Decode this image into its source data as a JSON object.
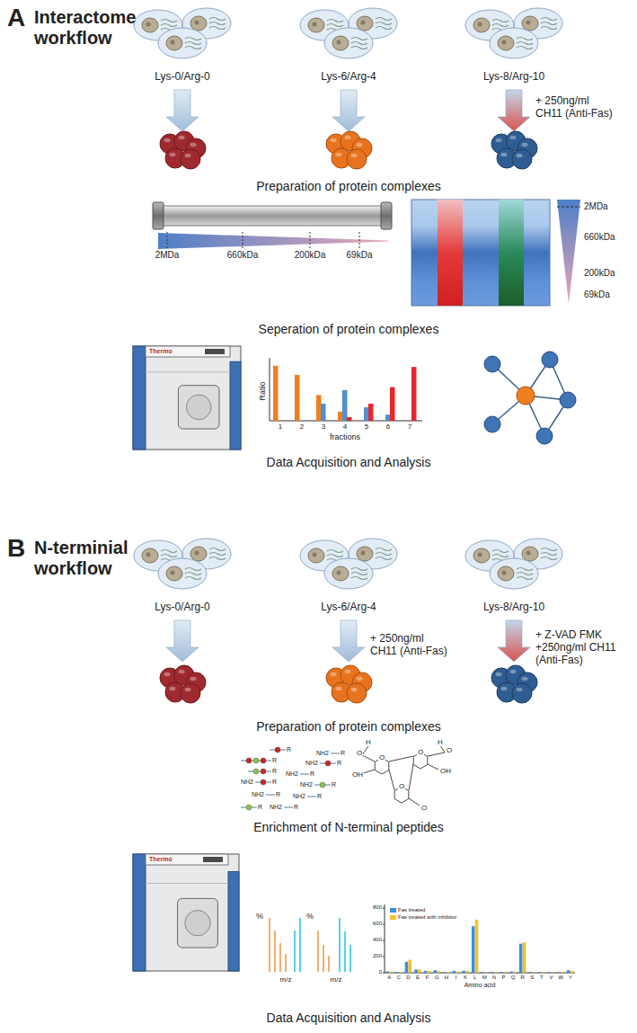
{
  "diagram": {
    "nodes": [
      {
        "text": [
          "Lys-0/Arg-0"
        ]
      },
      {
        "text": [
          "Lys-6/Arg-4"
        ]
      },
      {
        "text": [
          "Lys-8/Arg-10"
        ]
      },
      {
        "text": [
          "Lys-0/Arg-0"
        ]
      },
      {
        "text": [
          "Lys-6/Arg-4"
        ]
      },
      {
        "text": [
          "Lys-8/Arg-10"
        ]
      }
    ],
    "labels": [
      "A",
      "Interactome workflow",
      "+ 250ng/ml CH11 (Anti-Fas)",
      "Preparation of protein complexes",
      "2MDa",
      "660kDa",
      "200kDa",
      "69kDa",
      "2MDa",
      "660kDa",
      "200kDa",
      "69kDa",
      "Seperation of protein complexes",
      "Thermo",
      "Ratio",
      "1",
      "2",
      "3",
      "4",
      "5",
      "6",
      "7",
      "fractions",
      "Data Acquisition and Analysis",
      "B",
      "N-terminial workflow",
      "+ 250ng/ml CH11 (Anti-Fas)",
      "+ Z-VAD FMK +250ng/ml CH11 (Anti-Fas)",
      "Preparation of protein complexes",
      "R",
      "NH2",
      "R",
      "R",
      "NH2",
      "R",
      "R",
      "NH2",
      "R",
      "NH2",
      "R",
      "NH2",
      "R",
      "NH2",
      "R",
      "NH2",
      "R",
      "R",
      "NH2",
      "R",
      "O",
      "O",
      "O",
      "OH",
      "OH",
      "O",
      "H",
      "O",
      "H",
      "O",
      "Enrichment of N-terminal peptides",
      "Thermo",
      "%",
      "m/z",
      "%",
      "m/z",
      "0",
      "200",
      "400",
      "600",
      "800",
      "A",
      "C",
      "D",
      "E",
      "F",
      "G",
      "H",
      "I",
      "K",
      "L",
      "M",
      "N",
      "P",
      "Q",
      "R",
      "S",
      "T",
      "V",
      "W",
      "Y",
      "Amino acid",
      "Data Acquisition and Analysis"
    ],
    "legend": [
      {
        "text": "Fas treated",
        "color": "#3b8fd9"
      },
      {
        "text": "Fas treated with inhibitor",
        "color": "#f2c12e"
      }
    ]
  }
}
